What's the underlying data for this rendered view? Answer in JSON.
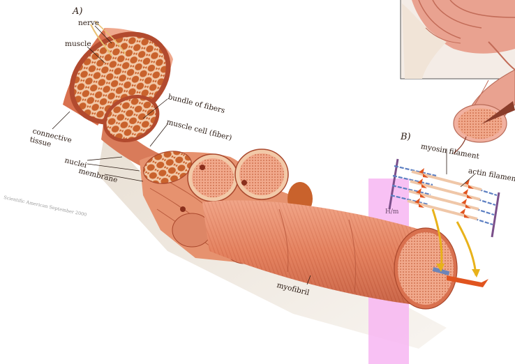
{
  "panels": {
    "a": "A)",
    "b": "B)"
  },
  "labels": {
    "nerve": "nerve",
    "muscle": "muscle",
    "connective_tissue_1": "connective",
    "connective_tissue_2": "tissue",
    "bundle_of_fibers": "bundle of fibers",
    "muscle_cell": "muscle cell (fiber)",
    "nuclei": "nuclei",
    "membrane": "membrane",
    "myofibril": "myofibril",
    "myosin_filament": "myosin filament",
    "actin_filament": "actin filament",
    "band": "H/m"
  },
  "credit": "Scientific American   September 2000",
  "colors": {
    "muscle_light": "#f0a58a",
    "muscle_mid": "#d9714f",
    "muscle_dark": "#b24a2e",
    "fiber_cell": "#c9622c",
    "highlight_band": "#f7b6f2",
    "actin_blue": "#5c7fc2",
    "myosin_orange": "#e0541f",
    "frame_purple": "#7a4f8a",
    "arrow_yellow": "#e8b21a"
  }
}
